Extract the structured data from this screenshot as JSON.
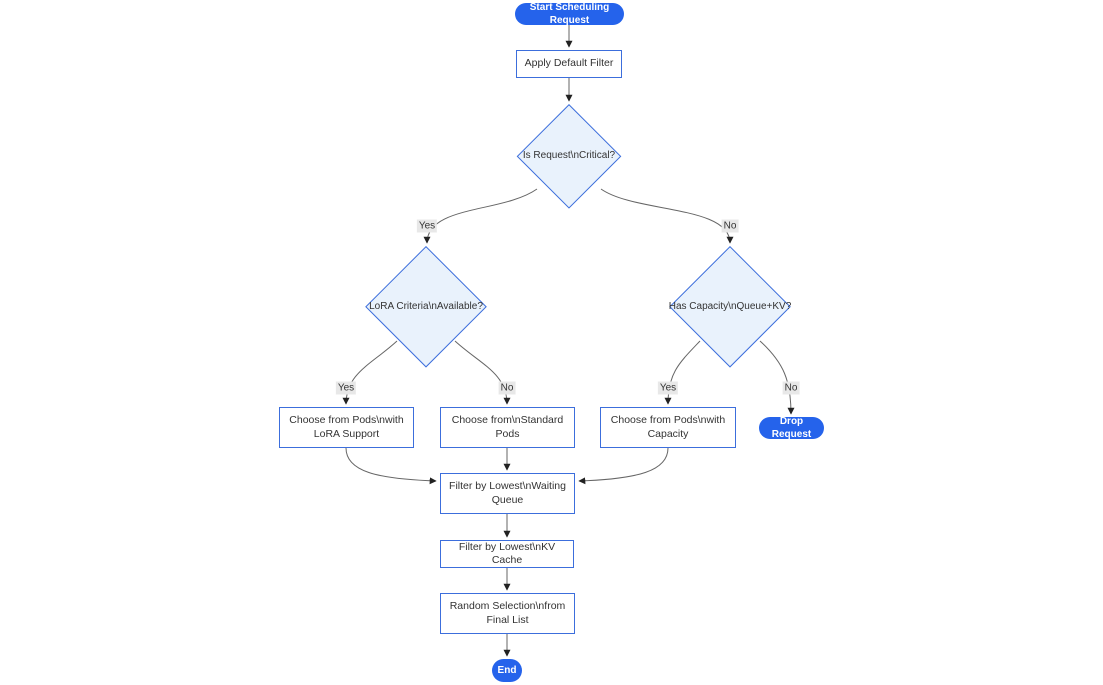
{
  "diagram": {
    "type": "flowchart",
    "direction": "top-down",
    "nodes": {
      "start": {
        "shape": "stadium",
        "label": "Start Scheduling Request"
      },
      "apply_filter": {
        "shape": "rect",
        "label": "Apply Default Filter"
      },
      "is_critical": {
        "shape": "diamond",
        "label": "Is Request\\nCritical?"
      },
      "lora_criteria": {
        "shape": "diamond",
        "label": "LoRA Criteria\\nAvailable?"
      },
      "has_capacity": {
        "shape": "diamond",
        "label": "Has Capacity\\nQueue+KV?"
      },
      "choose_lora": {
        "shape": "rect",
        "label": "Choose from Pods\\nwith LoRA Support"
      },
      "choose_standard": {
        "shape": "rect",
        "label": "Choose from\\nStandard Pods"
      },
      "choose_capacity": {
        "shape": "rect",
        "label": "Choose from Pods\\nwith Capacity"
      },
      "drop_request": {
        "shape": "stadium",
        "label": "Drop Request"
      },
      "filter_queue": {
        "shape": "rect",
        "label": "Filter by Lowest\\nWaiting Queue"
      },
      "filter_kv": {
        "shape": "rect",
        "label": "Filter by Lowest\\nKV Cache"
      },
      "random_selection": {
        "shape": "rect",
        "label": "Random Selection\\nfrom Final List"
      },
      "end": {
        "shape": "stadium",
        "label": "End"
      }
    },
    "edges": [
      {
        "from": "start",
        "to": "apply_filter",
        "label": ""
      },
      {
        "from": "apply_filter",
        "to": "is_critical",
        "label": ""
      },
      {
        "from": "is_critical",
        "to": "lora_criteria",
        "label": "Yes"
      },
      {
        "from": "is_critical",
        "to": "has_capacity",
        "label": "No"
      },
      {
        "from": "lora_criteria",
        "to": "choose_lora",
        "label": "Yes"
      },
      {
        "from": "lora_criteria",
        "to": "choose_standard",
        "label": "No"
      },
      {
        "from": "has_capacity",
        "to": "choose_capacity",
        "label": "Yes"
      },
      {
        "from": "has_capacity",
        "to": "drop_request",
        "label": "No"
      },
      {
        "from": "choose_lora",
        "to": "filter_queue",
        "label": ""
      },
      {
        "from": "choose_standard",
        "to": "filter_queue",
        "label": ""
      },
      {
        "from": "choose_capacity",
        "to": "filter_queue",
        "label": ""
      },
      {
        "from": "filter_queue",
        "to": "filter_kv",
        "label": ""
      },
      {
        "from": "filter_kv",
        "to": "random_selection",
        "label": ""
      },
      {
        "from": "random_selection",
        "to": "end",
        "label": ""
      }
    ],
    "colors": {
      "background": "#ffffff",
      "node_border": "#3c6edc",
      "rect_fill": "#ffffff",
      "diamond_fill": "#e9f2fc",
      "pill_fill": "#2563eb",
      "pill_text": "#ffffff",
      "edge": "#666666",
      "arrowhead": "#222222",
      "label_bg": "#e8e8e8",
      "text": "#333333"
    }
  }
}
